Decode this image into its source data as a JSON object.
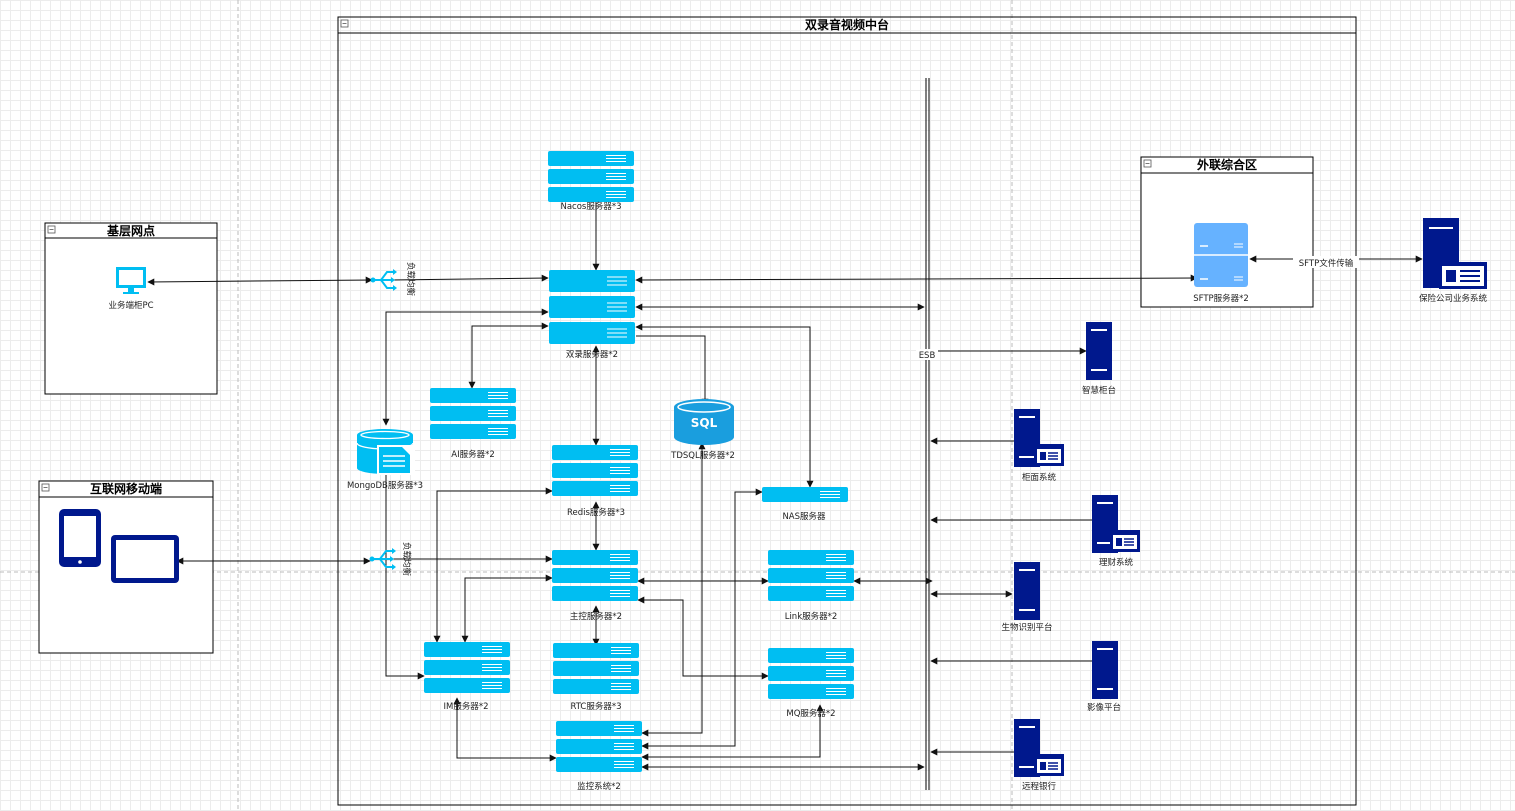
{
  "containers": {
    "main": "双录音视频中台",
    "external_zone": "外联综合区",
    "branch": "基层网点",
    "mobile": "互联网移动端"
  },
  "nodes": {
    "pc": "业务端柜PC",
    "lb_top": "负载均衡",
    "lb_bottom": "负载均衡",
    "nacos": "Nacos服务器*3",
    "shuanglu": "双录服务器*2",
    "ai": "AI服务器*2",
    "tdsql": "TDSQL服务器*2",
    "mongodb": "MongoDB服务器*3",
    "redis": "Redis服务器*3",
    "nas": "NAS服务器",
    "master": "主控服务器*2",
    "link": "Link服务器*2",
    "im": "IM服务器*2",
    "rtc": "RTC服务器*3",
    "mq": "MQ服务器*2",
    "monitor": "监控系统*2",
    "sftp": "SFTP服务器*2",
    "sftp_transfer": "SFTP文件传输",
    "insurer": "保险公司业务系统",
    "esb": "ESB",
    "smart_counter": "智慧柜台",
    "counter_sys": "柜面系统",
    "wealth": "理财系统",
    "biometric": "生物识别平台",
    "imaging": "影像平台",
    "remote_bank": "远程银行"
  },
  "colors": {
    "server_cyan": "#00bef2",
    "server_light": "#66b2ff",
    "navy": "#00188d",
    "tdsql_blue": "#1a9ede"
  }
}
